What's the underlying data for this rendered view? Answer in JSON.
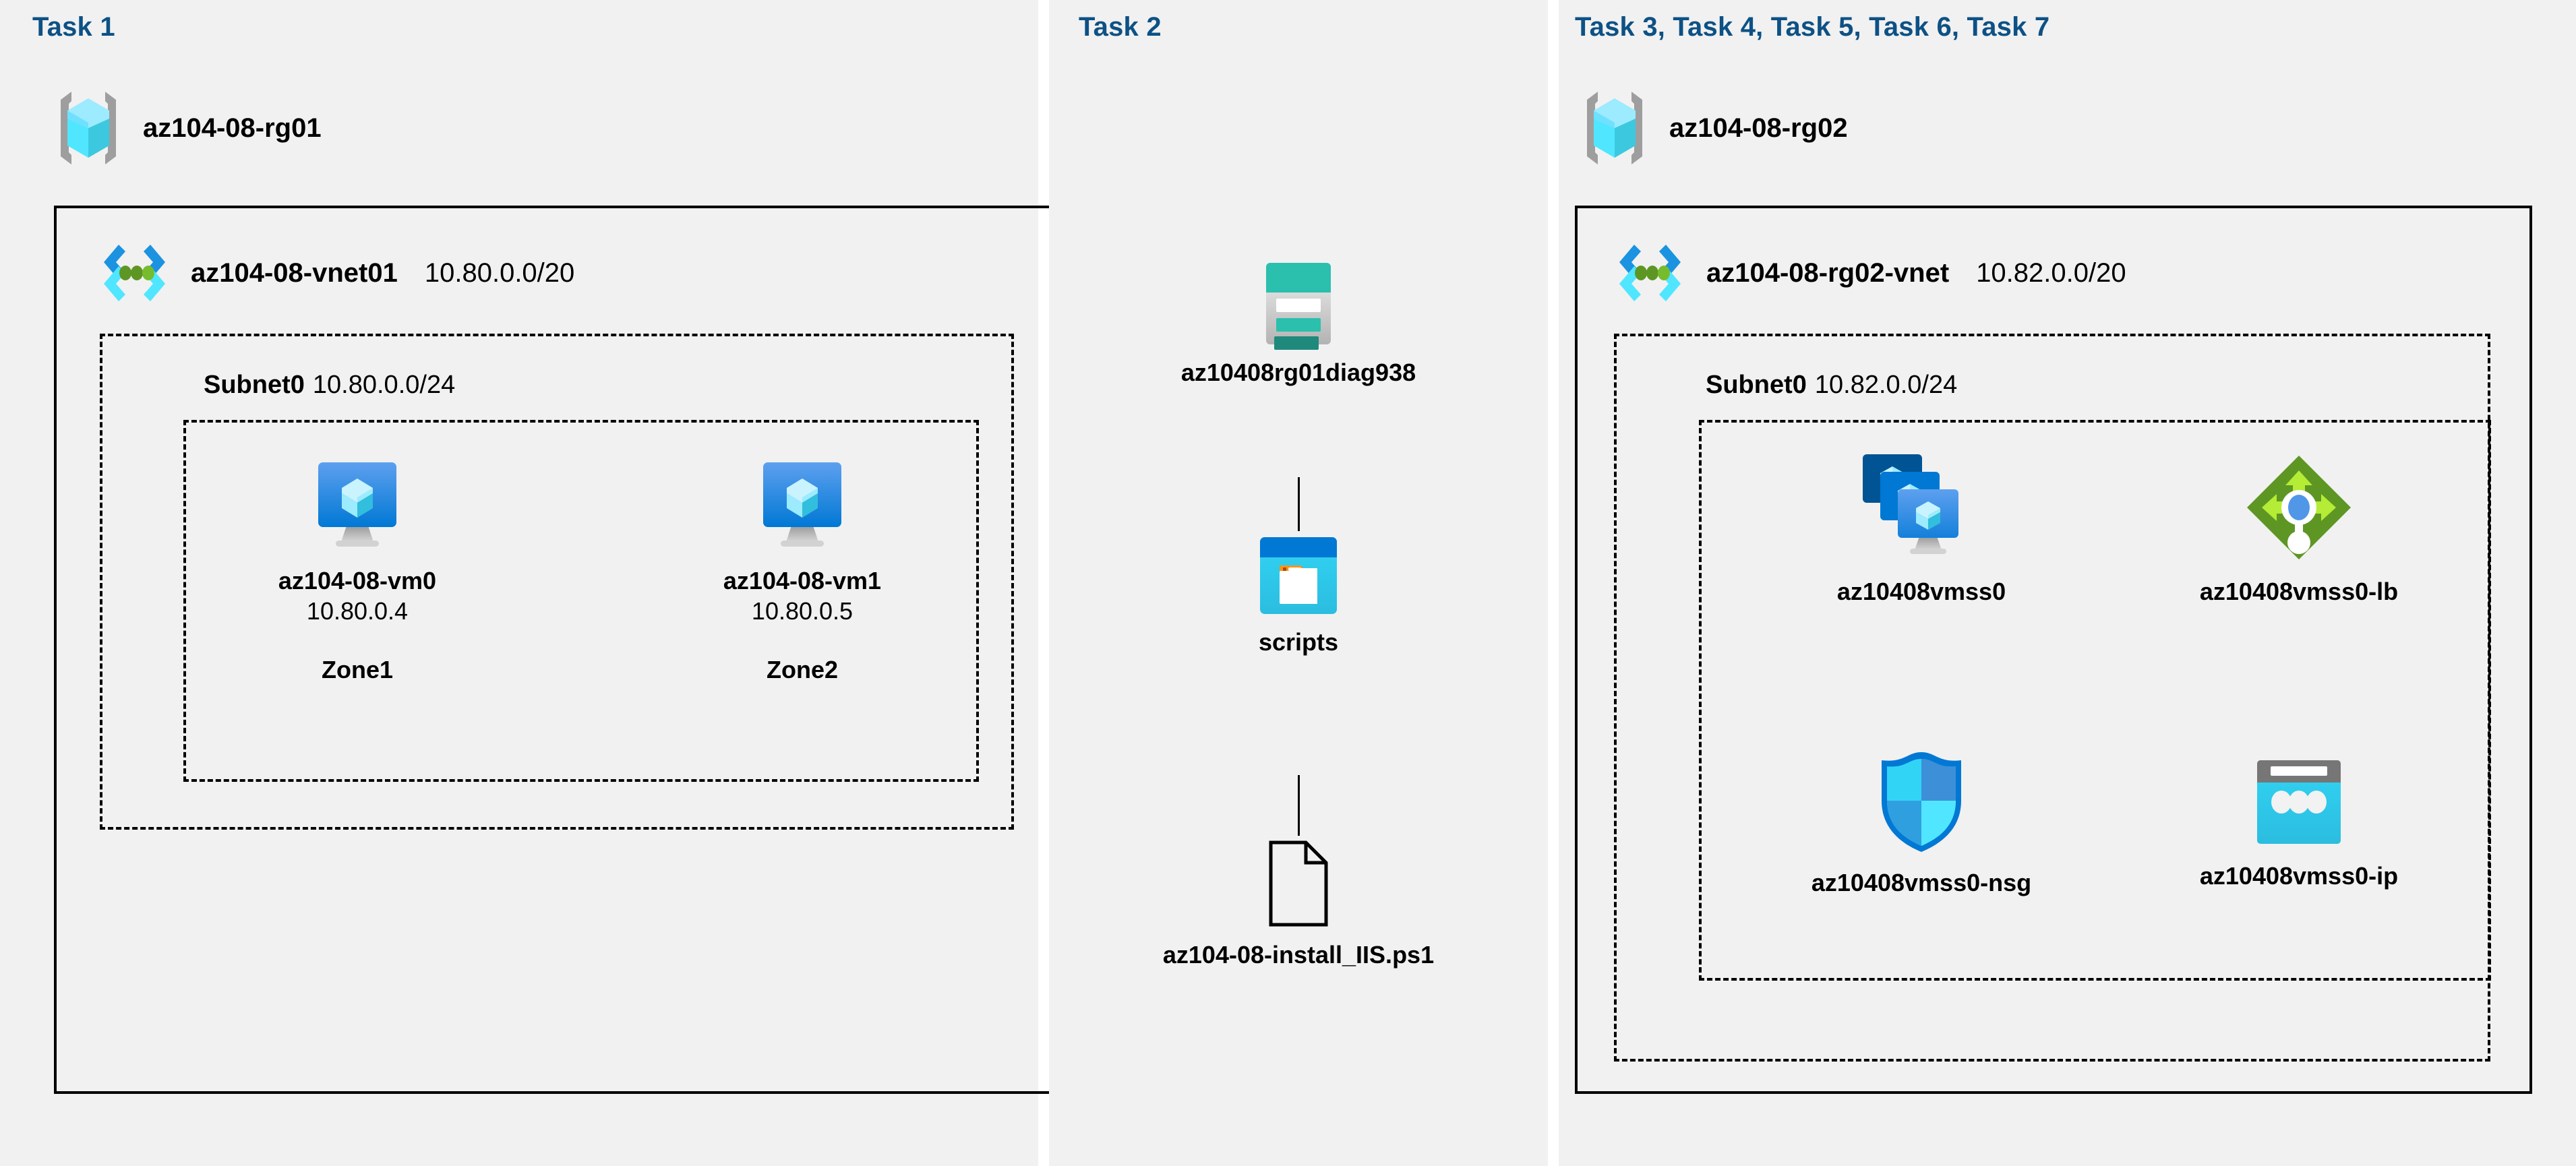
{
  "diagram": {
    "title": "Azure AZ-104 Lab 08 architecture",
    "background": "#ffffff",
    "panel_background": "#f1f1f1",
    "accent_color": "#0d5185"
  },
  "panels": [
    {
      "id": "task1",
      "title": "Task 1"
    },
    {
      "id": "task2",
      "title": "Task 2"
    },
    {
      "id": "task3",
      "title": "Task 3, Task 4, Task 5, Task 6, Task 7"
    }
  ],
  "task1": {
    "resource_group": {
      "name": "az104-08-rg01",
      "icon": "resource-group-icon"
    },
    "vnet": {
      "name": "az104-08-vnet01",
      "cidr": "10.80.0.0/20",
      "icon": "virtual-network-icon"
    },
    "subnet": {
      "name": "Subnet0",
      "cidr": "10.80.0.0/24"
    },
    "vms": [
      {
        "name": "az104-08-vm0",
        "ip": "10.80.0.4",
        "zone": "Zone1",
        "icon": "virtual-machine-icon"
      },
      {
        "name": "az104-08-vm1",
        "ip": "10.80.0.5",
        "zone": "Zone2",
        "icon": "virtual-machine-icon"
      }
    ]
  },
  "task2": {
    "storage_account": {
      "name": "az10408rg01diag938",
      "icon": "storage-account-icon"
    },
    "container": {
      "name": "scripts",
      "icon": "blob-container-icon"
    },
    "file": {
      "name": "az104-08-install_IIS.ps1",
      "icon": "file-icon"
    }
  },
  "task3": {
    "resource_group": {
      "name": "az104-08-rg02",
      "icon": "resource-group-icon"
    },
    "vnet": {
      "name": "az104-08-rg02-vnet",
      "cidr": "10.82.0.0/20",
      "icon": "virtual-network-icon"
    },
    "subnet": {
      "name": "Subnet0",
      "cidr": "10.82.0.0/24"
    },
    "resources": [
      {
        "name": "az10408vmss0",
        "icon": "vm-scale-set-icon"
      },
      {
        "name": "az10408vmss0-lb",
        "icon": "load-balancer-icon"
      },
      {
        "name": "az10408vmss0-nsg",
        "icon": "network-security-group-icon"
      },
      {
        "name": "az10408vmss0-ip",
        "icon": "public-ip-address-icon"
      }
    ]
  },
  "colors": {
    "azure_blue": "#0078d4",
    "cube_cyan": "#50e6ff",
    "vnet_green": "#5e9624",
    "storage_teal": "#2bbfad",
    "lb_green": "#7fba00",
    "nsg_blue": "#32bedd",
    "ip_cyan": "#32bedd",
    "bracket_gray": "#9e9e9e"
  }
}
